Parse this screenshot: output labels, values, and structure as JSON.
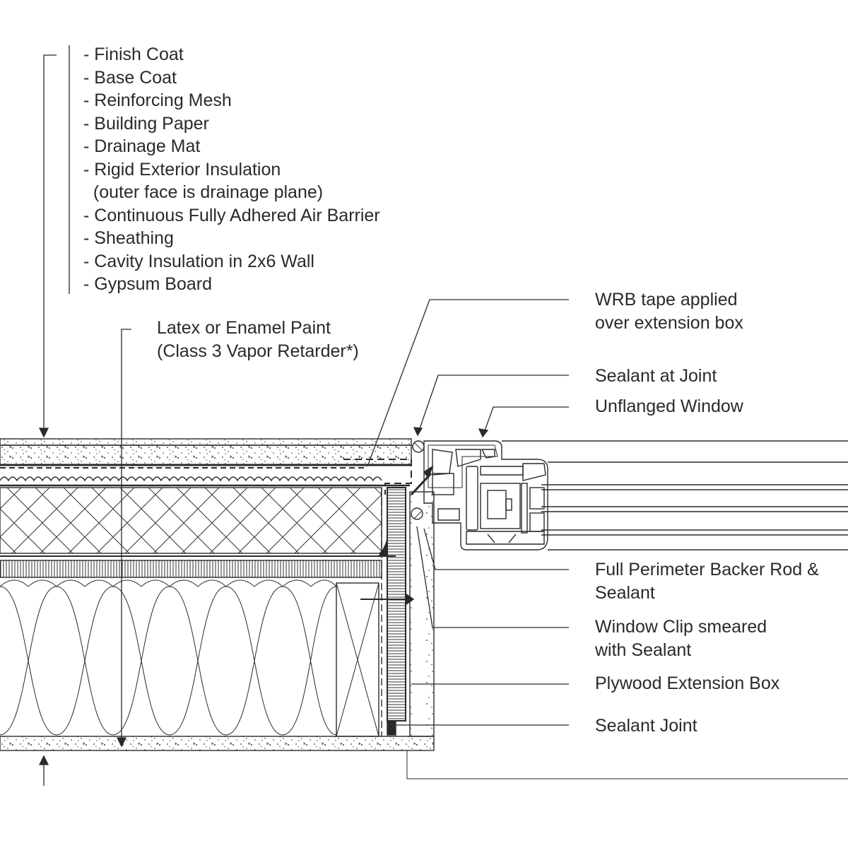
{
  "layers": [
    "- Finish Coat",
    "- Base Coat",
    "- Reinforcing Mesh",
    "- Building Paper",
    "- Drainage Mat",
    "- Rigid Exterior Insulation",
    "  (outer face is drainage plane)",
    "- Continuous Fully Adhered Air Barrier",
    "- Sheathing",
    "- Cavity Insulation in 2x6 Wall",
    "- Gypsum Board"
  ],
  "paint": {
    "line1": "Latex or Enamel Paint",
    "line2": "(Class 3 Vapor Retarder*)"
  },
  "callouts": {
    "wrb": {
      "line1": "WRB tape applied",
      "line2": "over extension box"
    },
    "sealant_joint": {
      "line1": "Sealant at Joint"
    },
    "window": {
      "line1": "Unflanged Window"
    },
    "backer_rod": {
      "line1": "Full Perimeter Backer Rod &",
      "line2": "Sealant"
    },
    "clip": {
      "line1": "Window Clip smeared",
      "line2": "with Sealant"
    },
    "plywood": {
      "line1": "Plywood Extension Box"
    },
    "sealant_bottom": {
      "line1": "Sealant Joint"
    }
  },
  "colors": {
    "line": "#2a2a2a",
    "text": "#2a2a2a",
    "background": "#ffffff"
  }
}
